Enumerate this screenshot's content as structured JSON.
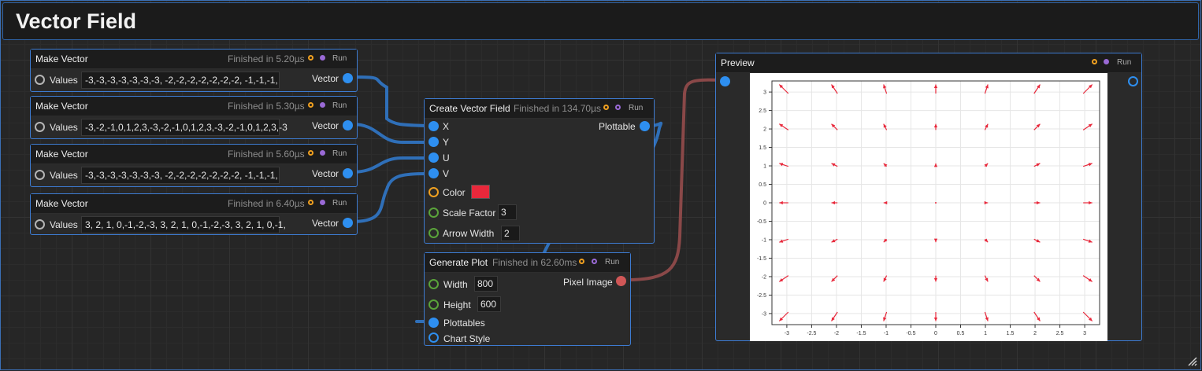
{
  "window": {
    "title": "Vector Field"
  },
  "accent": "#3d7bd1",
  "make_vectors": [
    {
      "title": "Make Vector",
      "status": "Finished in 5.20µs",
      "run": "Run",
      "input_label": "Values",
      "value": "-3,-3,-3,-3,-3,-3,-3, -2,-2,-2,-2,-2,-2,-2, -1,-1,-1,",
      "output_label": "Vector"
    },
    {
      "title": "Make Vector",
      "status": "Finished in 5.30µs",
      "run": "Run",
      "input_label": "Values",
      "value": "-3,-2,-1,0,1,2,3,-3,-2,-1,0,1,2,3,-3,-2,-1,0,1,2,3,-3",
      "output_label": "Vector"
    },
    {
      "title": "Make Vector",
      "status": "Finished in 5.60µs",
      "run": "Run",
      "input_label": "Values",
      "value": "-3,-3,-3,-3,-3,-3,-3, -2,-2,-2,-2,-2,-2,-2, -1,-1,-1,",
      "output_label": "Vector"
    },
    {
      "title": "Make Vector",
      "status": "Finished in 6.40µs",
      "run": "Run",
      "input_label": "Values",
      "value": "3, 2, 1, 0,-1,-2,-3, 3, 2, 1, 0,-1,-2,-3, 3, 2, 1, 0,-1,",
      "output_label": "Vector"
    }
  ],
  "create_vector_field": {
    "title": "Create Vector Field",
    "status": "Finished in 134.70µs",
    "run": "Run",
    "output_label": "Plottable",
    "inputs": {
      "x": "X",
      "y": "Y",
      "u": "U",
      "v": "V"
    },
    "color_label": "Color",
    "color_value": "#e8283b",
    "scale_label": "Scale Factor",
    "scale_value": "3",
    "arrow_label": "Arrow Width",
    "arrow_value": "2"
  },
  "generate_plot": {
    "title": "Generate Plot",
    "status": "Finished in 62.60ms",
    "run": "Run",
    "output_label": "Pixel Image",
    "width_label": "Width",
    "width_value": "800",
    "height_label": "Height",
    "height_value": "600",
    "plottables_label": "Plottables",
    "chart_style_label": "Chart Style"
  },
  "preview": {
    "title": "Preview",
    "run": "Run"
  },
  "chart_data": {
    "type": "quiver",
    "x_ticks": [
      "-3",
      "-2.5",
      "-2",
      "-1.5",
      "-1",
      "-0.5",
      "0",
      "0.5",
      "1",
      "1.5",
      "2",
      "2.5",
      "3"
    ],
    "y_ticks": [
      "3",
      "2.5",
      "2",
      "1.5",
      "1",
      "0.5",
      "0",
      "-0.5",
      "-1",
      "-1.5",
      "-2",
      "-2.5",
      "-3"
    ],
    "xlim": [
      -3.3,
      3.3
    ],
    "ylim": [
      -3.3,
      3.3
    ],
    "grid": true,
    "arrow_color": "#e8283b",
    "grid_x": [
      -3,
      -2,
      -1,
      0,
      1,
      2,
      3
    ],
    "grid_y": [
      -3,
      -2,
      -1,
      0,
      1,
      2,
      3
    ],
    "field": "u = x, v = y (radial outward)"
  }
}
